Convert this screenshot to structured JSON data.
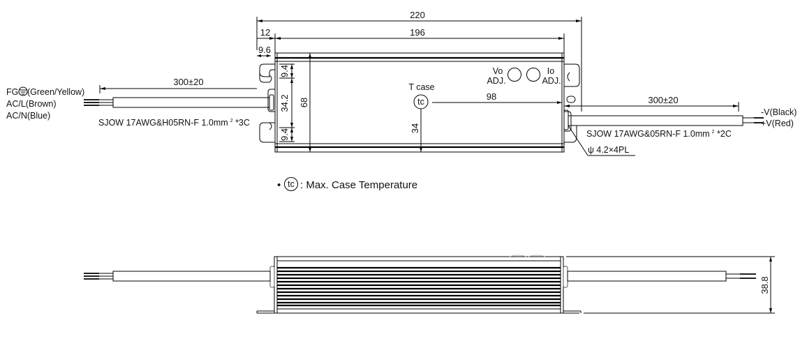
{
  "top_view": {
    "dims": {
      "overall_length": "220",
      "body_length": "196",
      "tab_offset": "12",
      "slot_offset": "9.6",
      "slot_to_edge_top": "9.4",
      "slot_spacing": "34.2",
      "slot_to_edge_bottom": "9.4",
      "body_width": "68",
      "tc_from_bottom": "34",
      "tc_from_right": "98"
    },
    "tcase_label": "T case",
    "tc_symbol": "tc",
    "vo_adj": {
      "line1": "Vo",
      "line2": "ADJ."
    },
    "io_adj": {
      "line1": "Io",
      "line2": "ADJ."
    },
    "input_cable": {
      "length": "300±20",
      "wire_labels": [
        "FG",
        "(Green/Yellow)",
        "AC/L(Brown)",
        "AC/N(Blue)"
      ],
      "spec": "SJOW 17AWG&H05RN-F 1.0mm",
      "spec_sup": "2",
      "spec_tail": " *3C"
    },
    "output_cable": {
      "length": "300±20",
      "wire_labels": [
        "-V(Black)",
        "+V(Red)"
      ],
      "spec": "SJOW 17AWG&05RN-F 1.0mm",
      "spec_sup": "2",
      "spec_tail": " *2C"
    },
    "hole_callout": "ψ 4.2×4PL"
  },
  "legend": {
    "bullet": "•",
    "symbol": "tc",
    "text": ": Max. Case Temperature"
  },
  "side_view": {
    "height_dim": "38.8"
  }
}
